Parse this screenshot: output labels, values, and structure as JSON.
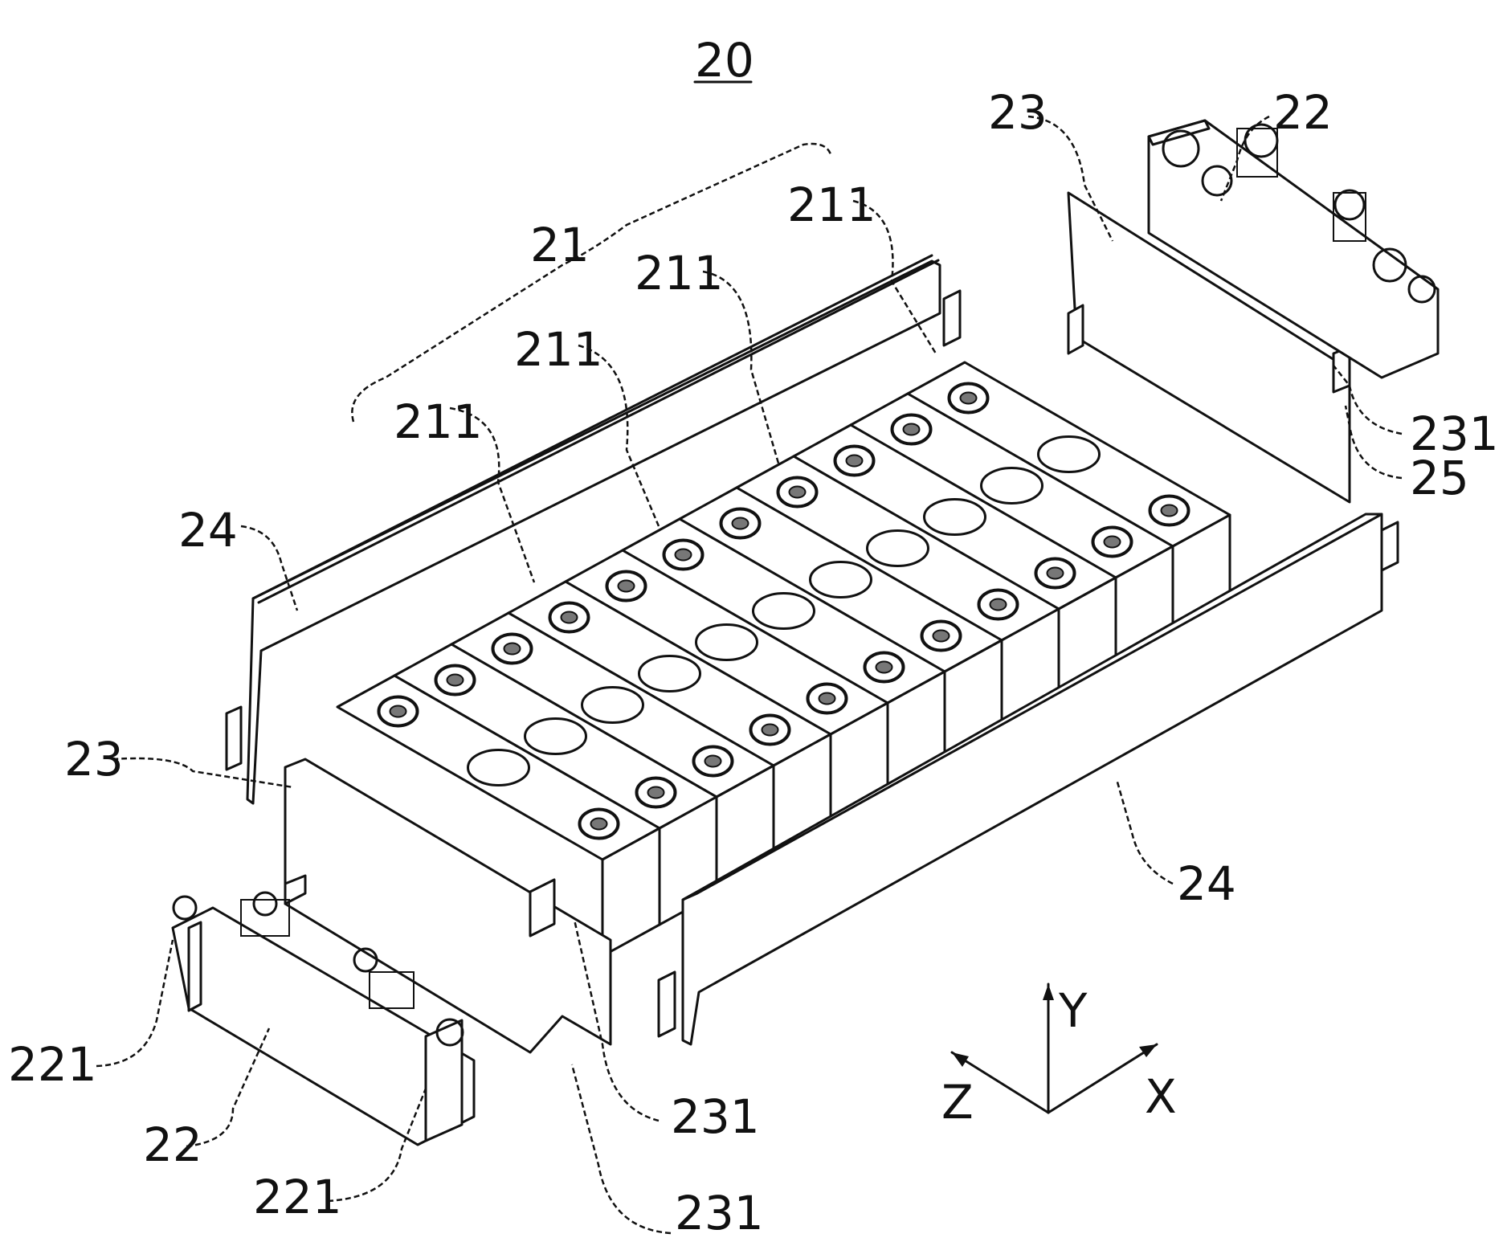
{
  "figure": {
    "number": "20",
    "labels": {
      "battery_group": "21",
      "cell_a": "211",
      "cell_b": "211",
      "cell_c": "211",
      "cell_d": "211",
      "end_module_top": "22",
      "end_module_bottom": "22",
      "end_plate_top": "23",
      "end_plate_left": "23",
      "side_plate_left": "24",
      "side_plate_right": "24",
      "insulator": "25",
      "hook_top": "231",
      "hook_front_a": "231",
      "hook_front_b": "231",
      "connector_a": "221",
      "connector_b": "221"
    },
    "axes": {
      "x": "X",
      "y": "Y",
      "z": "Z"
    }
  }
}
